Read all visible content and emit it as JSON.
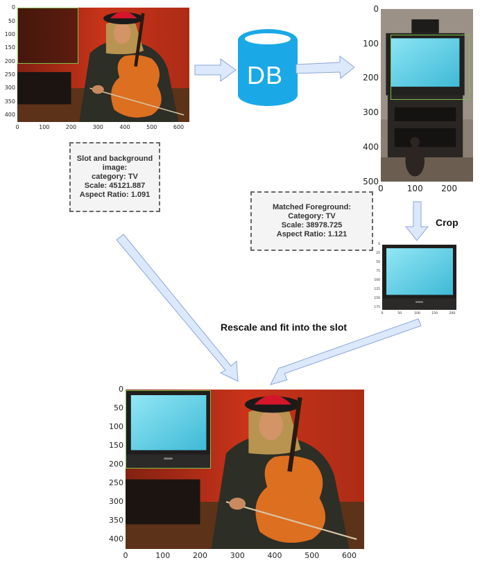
{
  "slot_box": {
    "line1": "Slot and background",
    "line2": "image:",
    "line3": "category: TV",
    "line4": "Scale: 45121.887",
    "line5": "Aspect Ratio: 1.091"
  },
  "match_box": {
    "line1": "Matched Foreground:",
    "line2": "Category: TV",
    "line3": "Scale: 38978.725",
    "line4": "Aspect Ratio: 1.121"
  },
  "db_label": "DB",
  "crop_label": "Crop",
  "rescale_label": "Rescale and fit into the slot",
  "colors": {
    "db": "#1aa9e6",
    "arrow_fill": "#dce8fb",
    "arrow_stroke": "#8aa6d8",
    "slot_border": "#7fc24a",
    "wall": "#c9331a",
    "tv_screen": "#5ed3ea"
  },
  "plots": {
    "bg_small": {
      "yticks": [
        "0",
        "50",
        "100",
        "150",
        "200",
        "250",
        "300",
        "350",
        "400"
      ],
      "xticks": [
        "0",
        "100",
        "200",
        "300",
        "400",
        "500",
        "600"
      ]
    },
    "fg_source": {
      "yticks": [
        "0",
        "100",
        "200",
        "300",
        "400",
        "500"
      ],
      "xticks": [
        "0",
        "100",
        "200"
      ]
    },
    "crop": {
      "yticks": [
        "0",
        "25",
        "50",
        "75",
        "100",
        "125",
        "150",
        "175"
      ],
      "xticks": [
        "0",
        "50",
        "100",
        "150",
        "200"
      ]
    },
    "result": {
      "yticks": [
        "0",
        "50",
        "100",
        "150",
        "200",
        "250",
        "300",
        "350",
        "400"
      ],
      "xticks": [
        "0",
        "100",
        "200",
        "300",
        "400",
        "500",
        "600"
      ]
    }
  }
}
